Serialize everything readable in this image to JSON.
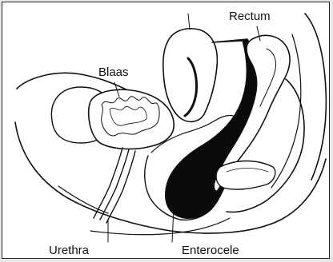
{
  "labels": {
    "rectum": "Rectum",
    "bladder": "Blaas",
    "urethra": "Urethra",
    "enterocele": "Enterocele"
  }
}
